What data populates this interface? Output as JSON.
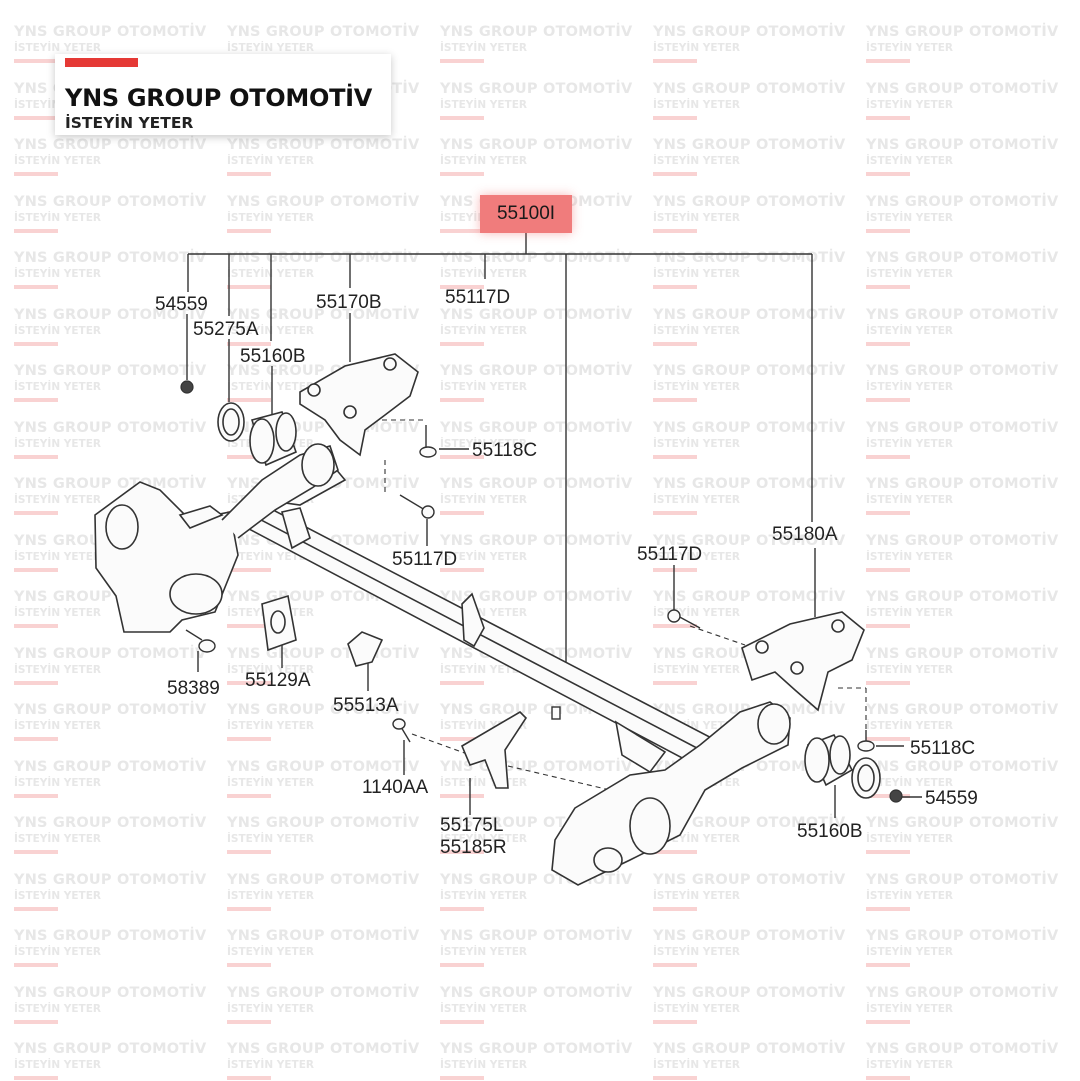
{
  "watermark": {
    "title": "YNS GROUP OTOMOTİV",
    "subtitle": "İSTEYİN YETER",
    "accent_color": "#f9d2d2"
  },
  "brand": {
    "title": "YNS GROUP OTOMOTİV",
    "subtitle": "İSTEYİN YETER",
    "accent_color": "#e53935"
  },
  "diagram": {
    "highlighted_part": "55100I",
    "highlight_color": "#f07c7c",
    "labels": {
      "p54559_top": "54559",
      "p55275A": "55275A",
      "p55160B_top": "55160B",
      "p55170B": "55170B",
      "p55117D_top": "55117D",
      "p55118C_top": "55118C",
      "p55117D_mid": "55117D",
      "p55117D_right": "55117D",
      "p55180A": "55180A",
      "p58389": "58389",
      "p55129A": "55129A",
      "p55513A": "55513A",
      "p1140AA": "1140AA",
      "p55175L": "55175L",
      "p55185R": "55185R",
      "p55118C_right": "55118C",
      "p54559_right": "54559",
      "p55160B_bottom": "55160B"
    }
  }
}
